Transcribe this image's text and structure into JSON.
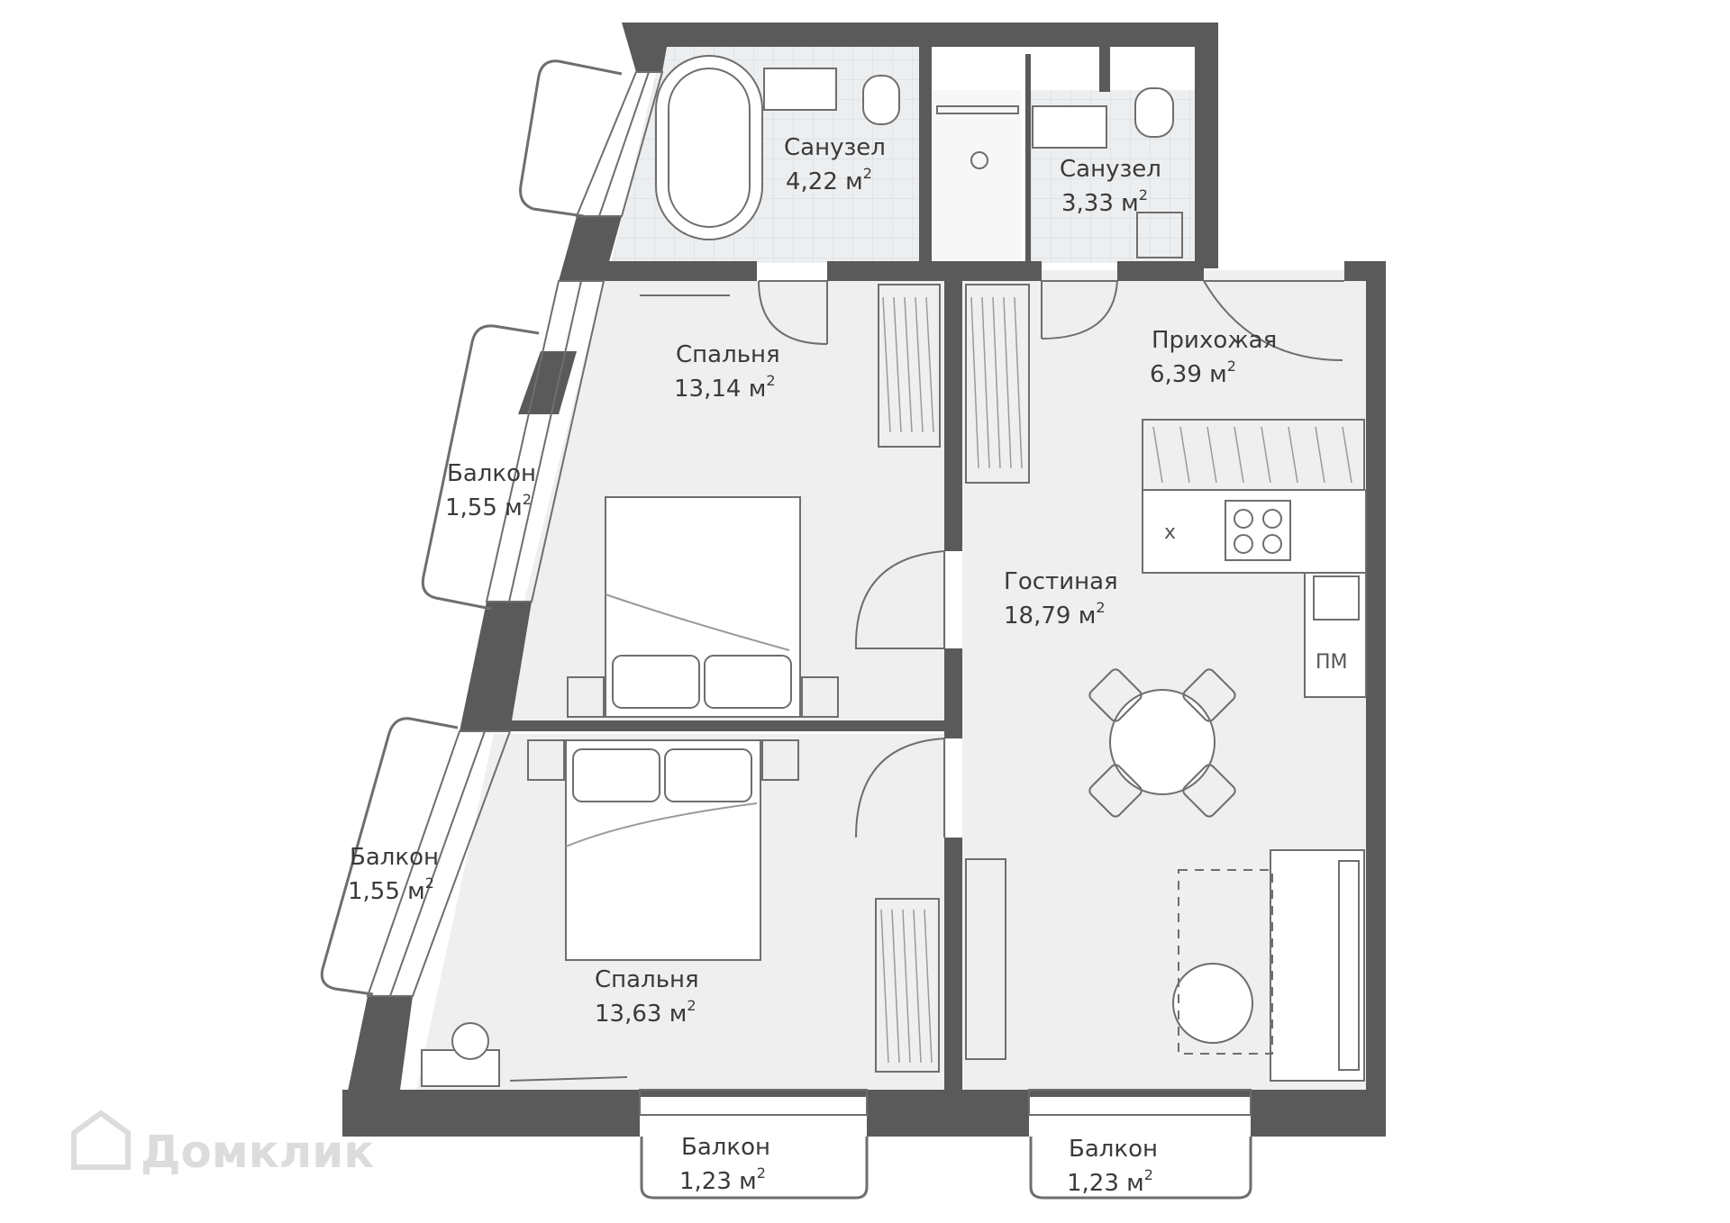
{
  "rooms": [
    {
      "id": "bath1",
      "name": "Санузел",
      "area": "4,22 м",
      "sup": "2"
    },
    {
      "id": "bath2",
      "name": "Санузел",
      "area": "3,33 м",
      "sup": "2"
    },
    {
      "id": "bed1",
      "name": "Спальня",
      "area": "13,14 м",
      "sup": "2"
    },
    {
      "id": "hall",
      "name": "Прихожая",
      "area": "6,39 м",
      "sup": "2"
    },
    {
      "id": "living",
      "name": "Гостиная",
      "area": "18,79 м",
      "sup": "2"
    },
    {
      "id": "bed2",
      "name": "Спальня",
      "area": "13,63 м",
      "sup": "2"
    },
    {
      "id": "balc1",
      "name": "Балкон",
      "area": "1,55 м",
      "sup": "2"
    },
    {
      "id": "balc2",
      "name": "Балкон",
      "area": "1,55 м",
      "sup": "2"
    },
    {
      "id": "balc3",
      "name": "Балкон",
      "area": "1,23 м",
      "sup": "2"
    },
    {
      "id": "balc4",
      "name": "Балкон",
      "area": "1,23 м",
      "sup": "2"
    }
  ],
  "appliances": {
    "washer": "х",
    "dishwasher": "ПМ"
  },
  "watermark": "Домклик",
  "colors": {
    "wall": "#5a5a5b",
    "floor": "#efefef",
    "tile": "#e9ebec",
    "line": "#6e6e6e"
  }
}
